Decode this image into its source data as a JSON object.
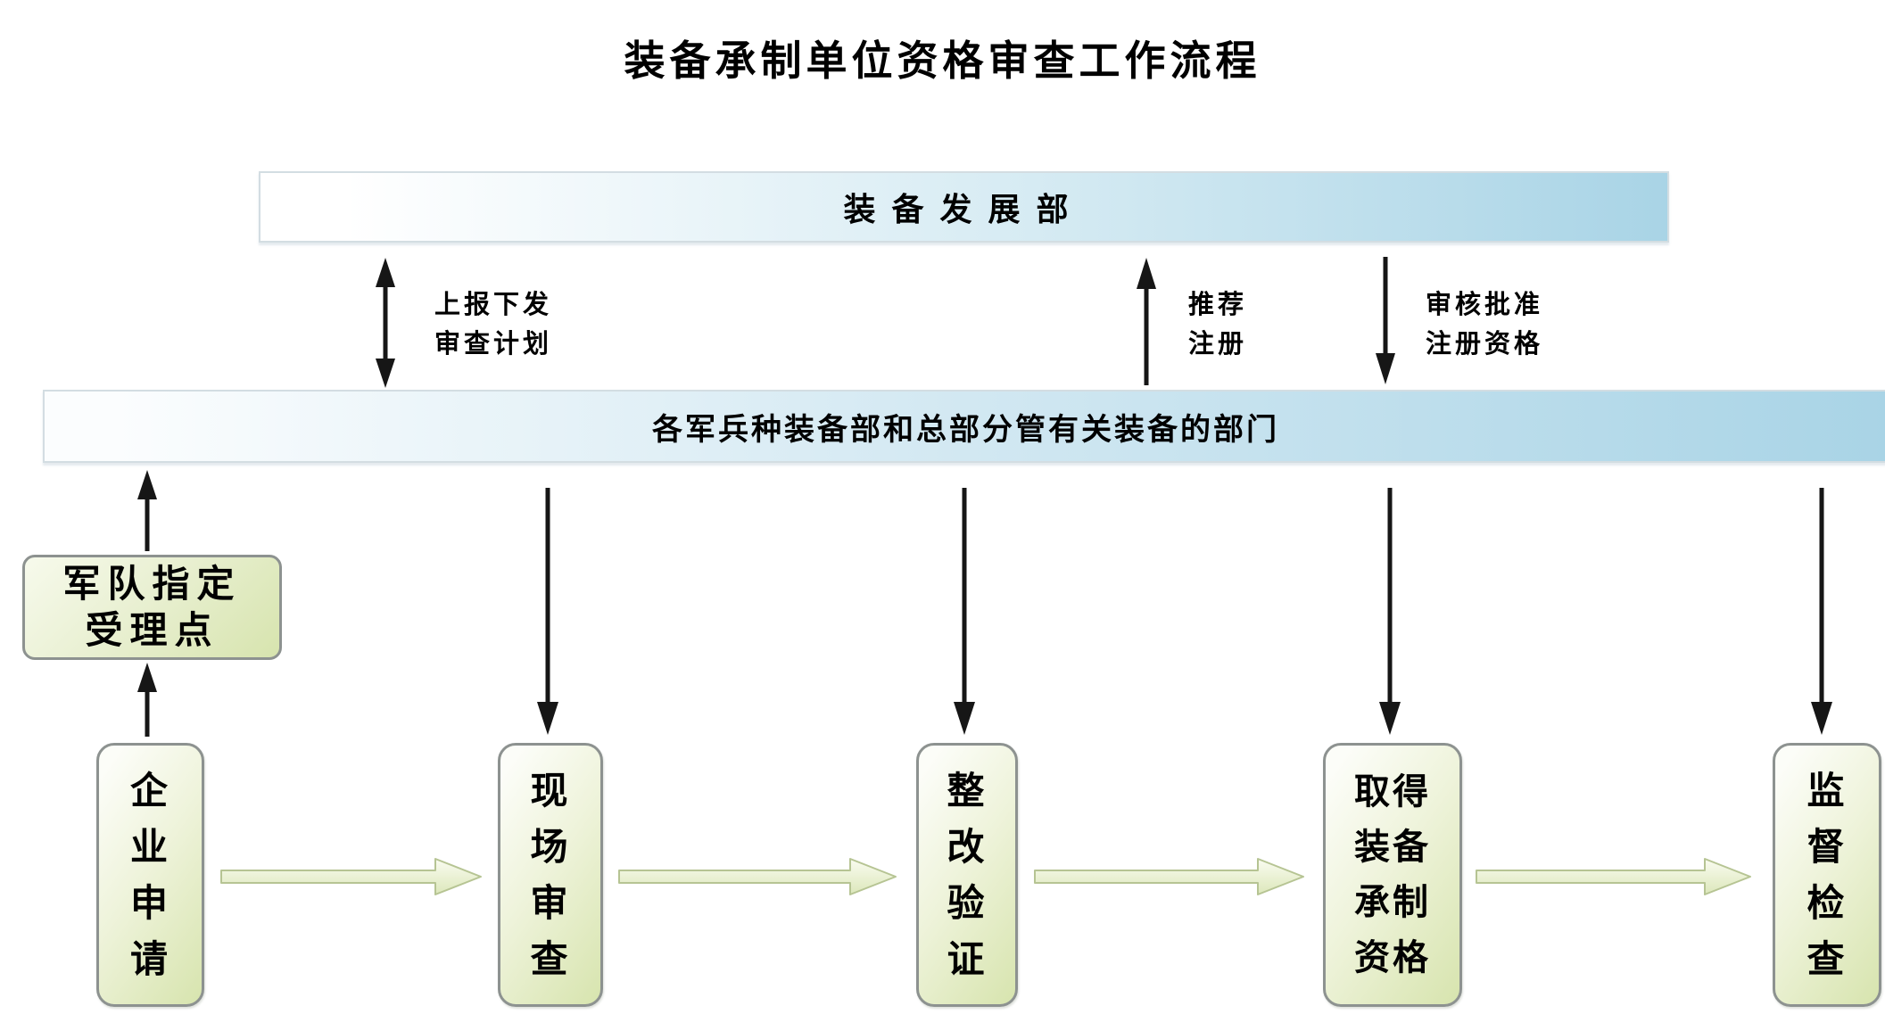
{
  "title": "装备承制单位资格审查工作流程",
  "top_bar": {
    "label": "装备发展部"
  },
  "middle_bar": {
    "label": "各军兵种装备部和总部分管有关装备的部门"
  },
  "connectors": {
    "plan": {
      "label": "上报下发\n审查计划",
      "direction": "both"
    },
    "recommend": {
      "label": "推荐\n注册",
      "direction": "up"
    },
    "approve": {
      "label": "审核批准\n注册资格",
      "direction": "down"
    }
  },
  "acceptance_point": {
    "label": "军队指定\n受理点"
  },
  "process_steps": [
    {
      "label": "企\n业\n申\n请"
    },
    {
      "label": "现\n场\n审\n查"
    },
    {
      "label": "整\n改\n验\n证"
    },
    {
      "label": "取得\n装备\n承制\n资格"
    },
    {
      "label": "监\n督\n检\n查"
    }
  ],
  "icons": {
    "double_arrow": "vertical-double-headed-arrow",
    "up_arrow": "arrow-up",
    "down_arrow": "arrow-down",
    "flow_arrow": "block-arrow-right"
  },
  "theme": {
    "bar_blue": "#a9d4e6",
    "bar_border": "#d3dde2",
    "box_green": "#d7e4ae",
    "box_border": "#8d9290",
    "flow_arrow_fill": "#e4edc8",
    "flow_arrow_stroke": "#b6c493",
    "arrow_black": "#161616",
    "text_color": "#000000",
    "background": "#ffffff"
  }
}
